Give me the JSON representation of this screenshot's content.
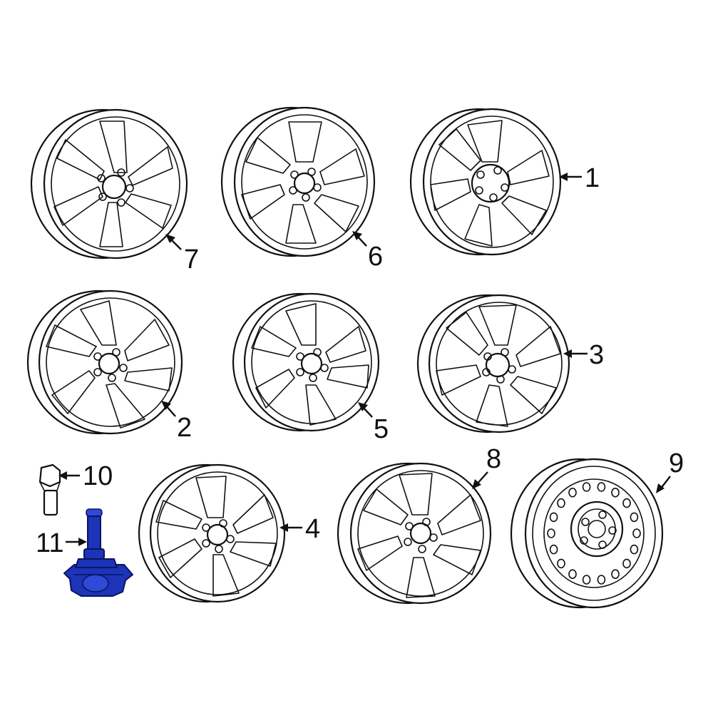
{
  "callouts": {
    "c1": "1",
    "c2": "2",
    "c3": "3",
    "c4": "4",
    "c5": "5",
    "c6": "6",
    "c7": "7",
    "c8": "8",
    "c9": "9",
    "c10": "10",
    "c11": "11"
  },
  "colors": {
    "highlight": "#1c34b8",
    "line": "#111111",
    "background": "#ffffff"
  },
  "icons": {
    "wheel": "alloy-wheel-icon",
    "steel_wheel": "steel-wheel-icon",
    "lug_bolt": "lug-bolt-icon",
    "tpms_sensor": "tpms-sensor-icon"
  }
}
